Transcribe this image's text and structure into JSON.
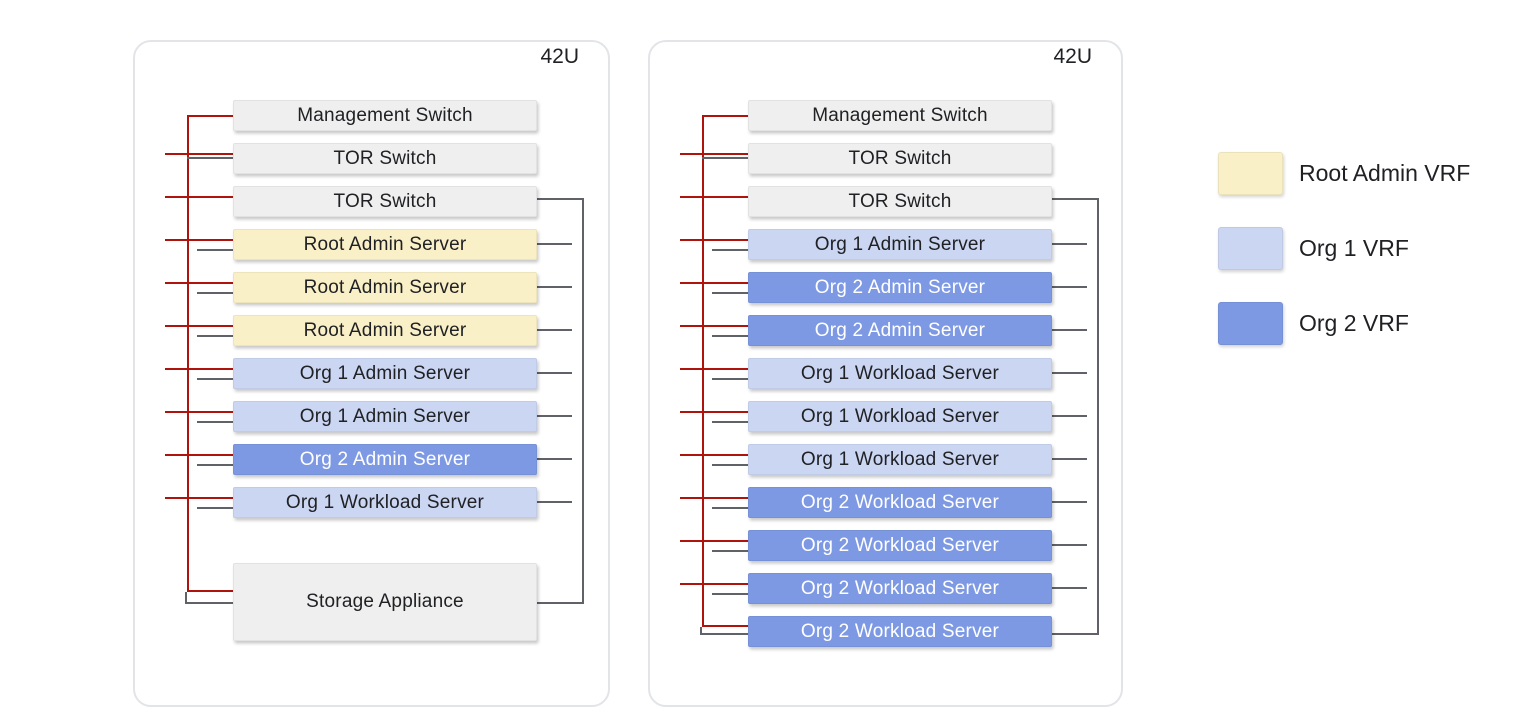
{
  "colors": {
    "neutral": "#EFEFEF",
    "root_admin": "#FAF0C7",
    "org1": "#CBD6F2",
    "org2": "#7E99E3",
    "mgmt_line": "#AE130C",
    "data_line": "#5F6368",
    "text_dark": "#202124",
    "text_light": "#FFFFFF"
  },
  "racks": [
    {
      "label": "42U",
      "units": [
        {
          "name": "Management Switch",
          "vrf": "neutral",
          "red": "start",
          "gray_left": "none",
          "gray_right": "none"
        },
        {
          "name": "TOR Switch",
          "vrf": "neutral",
          "red": "tick",
          "gray_left": "stub-long",
          "gray_right": "none"
        },
        {
          "name": "TOR Switch",
          "vrf": "neutral",
          "red": "tick",
          "gray_left": "none",
          "gray_right": "elbow-top"
        },
        {
          "name": "Root Admin Server",
          "vrf": "root_admin",
          "red": "tick",
          "gray_left": "stub",
          "gray_right": "stub"
        },
        {
          "name": "Root Admin Server",
          "vrf": "root_admin",
          "red": "tick",
          "gray_left": "stub",
          "gray_right": "stub"
        },
        {
          "name": "Root Admin Server",
          "vrf": "root_admin",
          "red": "tick",
          "gray_left": "stub",
          "gray_right": "stub"
        },
        {
          "name": "Org 1 Admin Server",
          "vrf": "org1",
          "red": "tick",
          "gray_left": "stub",
          "gray_right": "stub"
        },
        {
          "name": "Org 1 Admin Server",
          "vrf": "org1",
          "red": "tick",
          "gray_left": "stub",
          "gray_right": "stub"
        },
        {
          "name": "Org 2 Admin Server",
          "vrf": "org2",
          "red": "tick",
          "gray_left": "stub",
          "gray_right": "stub"
        },
        {
          "name": "Org 1 Workload Server",
          "vrf": "org1",
          "red": "tick",
          "gray_left": "stub",
          "gray_right": "stub"
        },
        {
          "name": "Storage Appliance",
          "vrf": "neutral",
          "tall": true,
          "red": "end",
          "gray_left": "end",
          "gray_right": "elbow-bottom"
        }
      ]
    },
    {
      "label": "42U",
      "units": [
        {
          "name": "Management Switch",
          "vrf": "neutral",
          "red": "start",
          "gray_left": "none",
          "gray_right": "none"
        },
        {
          "name": "TOR Switch",
          "vrf": "neutral",
          "red": "tick",
          "gray_left": "stub-long",
          "gray_right": "none"
        },
        {
          "name": "TOR Switch",
          "vrf": "neutral",
          "red": "tick",
          "gray_left": "none",
          "gray_right": "elbow-top"
        },
        {
          "name": "Org 1 Admin Server",
          "vrf": "org1",
          "red": "tick",
          "gray_left": "stub",
          "gray_right": "stub"
        },
        {
          "name": "Org 2 Admin Server",
          "vrf": "org2",
          "red": "tick",
          "gray_left": "stub",
          "gray_right": "stub"
        },
        {
          "name": "Org 2 Admin Server",
          "vrf": "org2",
          "red": "tick",
          "gray_left": "stub",
          "gray_right": "stub"
        },
        {
          "name": "Org 1 Workload Server",
          "vrf": "org1",
          "red": "tick",
          "gray_left": "stub",
          "gray_right": "stub"
        },
        {
          "name": "Org 1 Workload Server",
          "vrf": "org1",
          "red": "tick",
          "gray_left": "stub",
          "gray_right": "stub"
        },
        {
          "name": "Org 1 Workload Server",
          "vrf": "org1",
          "red": "tick",
          "gray_left": "stub",
          "gray_right": "stub"
        },
        {
          "name": "Org 2 Workload Server",
          "vrf": "org2",
          "red": "tick",
          "gray_left": "stub",
          "gray_right": "stub"
        },
        {
          "name": "Org 2 Workload Server",
          "vrf": "org2",
          "red": "tick",
          "gray_left": "stub",
          "gray_right": "stub"
        },
        {
          "name": "Org 2 Workload Server",
          "vrf": "org2",
          "red": "tick",
          "gray_left": "stub",
          "gray_right": "stub"
        },
        {
          "name": "Org 2 Workload Server",
          "vrf": "org2",
          "red": "end",
          "gray_left": "end",
          "gray_right": "elbow-bottom"
        }
      ]
    }
  ],
  "legend": {
    "items": [
      {
        "label": "Root Admin VRF",
        "vrf": "root_admin"
      },
      {
        "label": "Org 1 VRF",
        "vrf": "org1"
      },
      {
        "label": "Org 2 VRF",
        "vrf": "org2"
      }
    ]
  }
}
